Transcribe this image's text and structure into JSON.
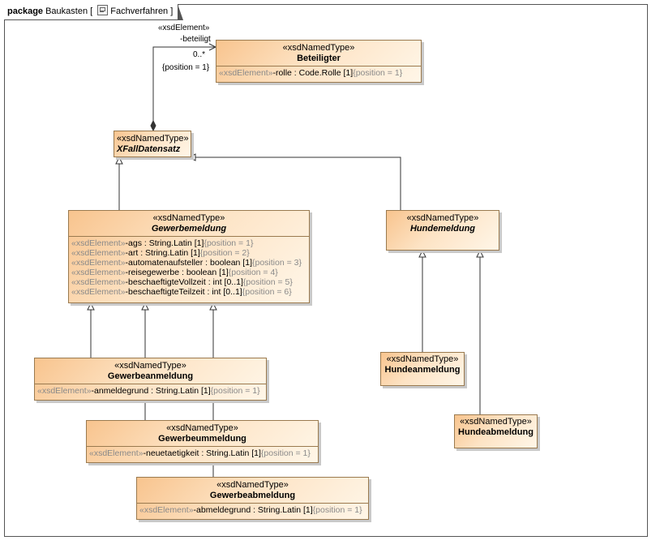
{
  "package": {
    "keyword": "package",
    "name": "Baukasten",
    "icon": "package-diagram-icon",
    "diagram": "Fachverfahren"
  },
  "association": {
    "stereotype": "«xsdElement»",
    "role": "-beteiligt",
    "multiplicity": "0..*",
    "constraint": "{position = 1}"
  },
  "classes": {
    "beteiligter": {
      "stereotype": "«xsdNamedType»",
      "name": "Beteiligter",
      "attrs": [
        {
          "stereo": "«xsdElement»",
          "text": "-rolle : Code.Rolle [1]",
          "constraint": "{position = 1}"
        }
      ]
    },
    "xfall": {
      "stereotype": "«xsdNamedType»",
      "name": "XFallDatensatz"
    },
    "gewerbemeldung": {
      "stereotype": "«xsdNamedType»",
      "name": "Gewerbemeldung",
      "attrs": [
        {
          "stereo": "«xsdElement»",
          "text": "-ags : String.Latin [1]",
          "constraint": "{position = 1}"
        },
        {
          "stereo": "«xsdElement»",
          "text": "-art : String.Latin [1]",
          "constraint": "{position = 2}"
        },
        {
          "stereo": "«xsdElement»",
          "text": "-automatenaufsteller : boolean [1]",
          "constraint": "{position = 3}"
        },
        {
          "stereo": "«xsdElement»",
          "text": "-reisegewerbe : boolean [1]",
          "constraint": "{position = 4}"
        },
        {
          "stereo": "«xsdElement»",
          "text": "-beschaeftigteVollzeit : int [0..1]",
          "constraint": "{position = 5}"
        },
        {
          "stereo": "«xsdElement»",
          "text": "-beschaeftigteTeilzeit : int [0..1]",
          "constraint": "{position = 6}"
        }
      ]
    },
    "hundemeldung": {
      "stereotype": "«xsdNamedType»",
      "name": "Hundemeldung"
    },
    "gewerbeanmeldung": {
      "stereotype": "«xsdNamedType»",
      "name": "Gewerbeanmeldung",
      "attrs": [
        {
          "stereo": "«xsdElement»",
          "text": "-anmeldegrund : String.Latin [1]",
          "constraint": "{position = 1}"
        }
      ]
    },
    "gewerbeummeldung": {
      "stereotype": "«xsdNamedType»",
      "name": "Gewerbeummeldung",
      "attrs": [
        {
          "stereo": "«xsdElement»",
          "text": "-neuetaetigkeit : String.Latin [1]",
          "constraint": "{position = 1}"
        }
      ]
    },
    "gewerbeabmeldung": {
      "stereotype": "«xsdNamedType»",
      "name": "Gewerbeabmeldung",
      "attrs": [
        {
          "stereo": "«xsdElement»",
          "text": "-abmeldegrund : String.Latin [1]",
          "constraint": "{position = 1}"
        }
      ]
    },
    "hundeanmeldung": {
      "stereotype": "«xsdNamedType»",
      "name": "Hundeanmeldung"
    },
    "hundeabmeldung": {
      "stereotype": "«xsdNamedType»",
      "name": "Hundeabmeldung"
    }
  }
}
